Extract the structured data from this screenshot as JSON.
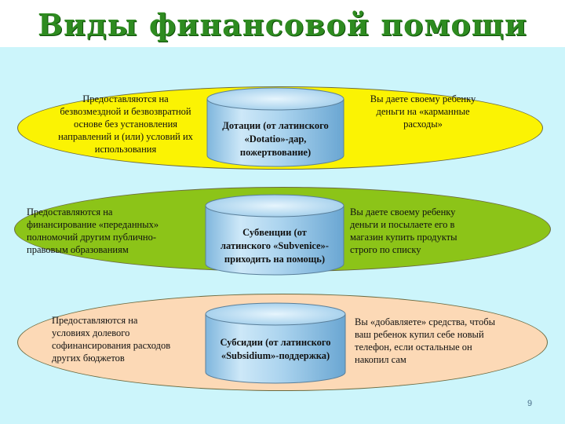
{
  "title": "Виды финансовой помощи",
  "rows": [
    {
      "left_lines": [
        "Предоставляются на",
        "безвозмездной и безвозвратной",
        "основе без установления",
        "направлений и (или) условий их",
        "использования"
      ],
      "cylinder_lines": [
        "Дотации (от латинского",
        "«Dotatio»-дар,",
        "пожертвование)"
      ],
      "right_lines": [
        "Вы даете своему ребенку",
        "деньги на «карманные",
        "расходы»"
      ],
      "color": "#fbf303"
    },
    {
      "left_lines": [
        "Предоставляются на",
        "финансирование «переданных»",
        "полномочий другим публично-",
        "правовым образованиям"
      ],
      "cylinder_lines": [
        "Субвенции (от",
        "латинского «Subvenice»-",
        "приходить на помощь)"
      ],
      "right_lines": [
        "Вы даете своему ребенку",
        "деньги и посылаете его в",
        "магазин купить продукты",
        "строго по списку"
      ],
      "color": "#8cc418"
    },
    {
      "left_lines": [
        "Предоставляются на",
        "условиях долевого",
        "софинансирования расходов",
        "других бюджетов"
      ],
      "cylinder_lines": [
        "Субсидии (от латинского",
        "«Subsidium»-поддержка)"
      ],
      "right_lines": [
        "Вы «добавляете» средства, чтобы",
        "ваш ребенок купил себе новый",
        "телефон, если остальные он",
        "накопил сам"
      ],
      "color": "#fcd9b6"
    }
  ],
  "page_number": "9"
}
